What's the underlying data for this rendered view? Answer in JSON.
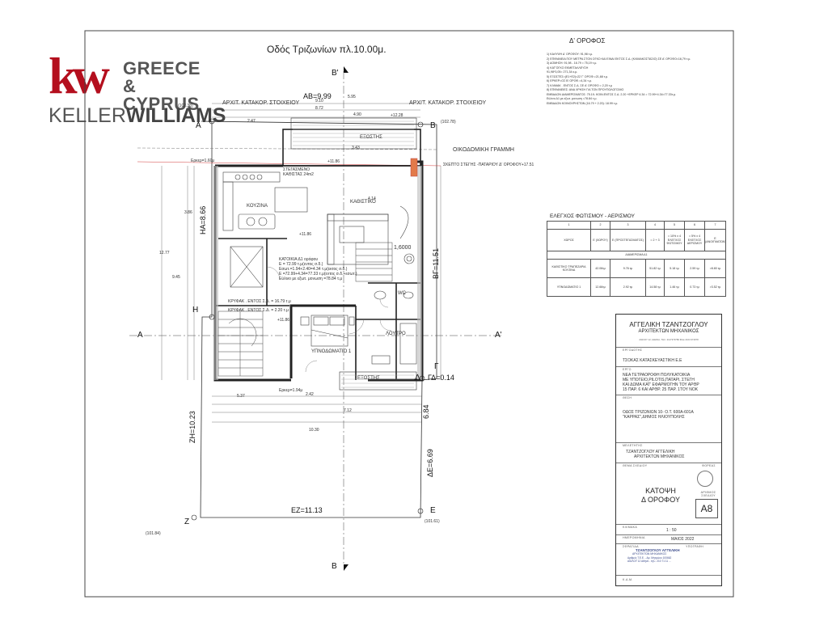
{
  "logo": {
    "kw": "kw",
    "region_line1": "GREECE &",
    "region_line2": "CYPRUS",
    "brand_light": "KELLER",
    "brand_bold": "WILLIAMS",
    "brand_rest": ""
  },
  "street_title": "Οδός Τριζωνίων πλ.10.00μ.",
  "plan": {
    "architecture_left": "ΑΡΧΙΤ. ΚΑΤΑΚΟΡ. ΣΤΟΙΧΕΙΟΥ",
    "architecture_right": "ΑΡΧΙΤ. ΚΑΤΑΚΟΡ. ΣΤΟΙΧΕΙΟΥ",
    "building_line": "ΟΙΚΟΔΟΜΙΚΗ ΓΡΑΜΜΗ",
    "ab": "ΑΒ=9.99",
    "ha": "ΗΑ=8.66",
    "bg": "ΒΓ=11.51",
    "gd": "ΓΔ=0.14",
    "de": "ΔΕ=6.69",
    "de2": "6.84",
    "zh": "ΖΗ=10.23",
    "ez": "ΕΖ=11.13",
    "pt_a": "Α",
    "pt_b": "Β",
    "pt_g": "Γ",
    "pt_d": "Δ",
    "pt_e": "Ε",
    "pt_z": "Ζ",
    "pt_h": "Η",
    "sec_a_left": "Α",
    "sec_a_right": "Α'",
    "sec_b_top": "Β'",
    "sec_b_bottom": "Β",
    "lvl_a": "(102.38)",
    "lvl_b": "(102.78)",
    "lvl_z": "(101.84)",
    "lvl_e": "(101.61)",
    "room_living": "ΚΑΘΙΣΤΙΚΟ",
    "room_kitchen": "ΚΟΥΖΙΝΑ",
    "room_bedroom": "ΥΠΝΟΔΩΜΑΤΙΟ 1",
    "room_bath": "ΛΟΥΤΡΟ",
    "room_wc": "WC",
    "balcony_top": "ΕΞΩΣΤΗΣ",
    "balcony_bottom": "ΕΞΩΣΤΗΣ",
    "elev": "1,6000",
    "elev_lvl1": "+11.86",
    "elev_lvl2": "+11.86",
    "elev_lvl3": "+12.28",
    "elev_lvl4": "+11.86",
    "roof_note": "ΣΤΕΓΑΣΜΕΝΟ ΚΑΘΙΣΤΑΣ 24m2",
    "roof_note_right": "ΣΚΕΠΤΟ ΣΤΕΓΗΣ -ΠΑΤΑΡΙΟΥ Δ' ΟΡΟΦΟΥ+17.51",
    "kat_note": "ΚΑΤΟΙΚΙΑ Δ1 ορόφου",
    "kat_e1": "Ε = 72.99 τ.μ(εντος σ.δ.)",
    "kat_e2": "Εσωτ.=1.94+2.40=4.34 τ.μ(εκτος σ.δ.)",
    "kat_e3": "Ε =72.99+4.34=77.33 τ.μ(εντος σ.δ.+εσωτ.)",
    "kat_e4": "Εύλινο με εξωτ. μονωση =78.84 τ.μ",
    "krym1": "ΚΡΥΦΑΚ . ΕΝΤΟΣ Σ.Δ. = 16.79 τ.μ",
    "krym2": "ΚΡΥΦΑΚ . ΕΝΤΟΣ Σ.Δ. = 2.20 τ.μ",
    "erker_top": "Ερκερ=1.60μ",
    "erker_bot": "Ερκερ=1.94μ",
    "dim_9_10": "9.10",
    "dim_8_72": "8.72",
    "dim_5_95": "5.95",
    "dim_4_90": "4.90",
    "dim_4_14": "4.14",
    "dim_3_43": "3.43",
    "dim_2_47": "2.47",
    "dim_10_30": "10.30",
    "dim_9_45": "9.45",
    "dim_12_77": "12.77",
    "dim_3_86": "3.86",
    "dim_5_37": "5.37",
    "dim_2_42": "2.42",
    "dim_7_12": "7.12"
  },
  "notes": {
    "title": "Δ' ΟΡΟΦΟΣ",
    "lines": [
      "1) ΚΑΛΥΨΗ Δ' ΟΡΟΦΟΥ: 91,98 τ.μ.",
      "2) ΕΠΙΦΑΝΕΙΑ ΠΟΥ ΜΕΤΡΑ ΣΤΟΝ ΟΓΚΟ ΚΑΙ ΕΙΝΑΙ ΕΚΤΟΣ Σ.Δ. (ΚΛΙΜΑΚΟΣΤΑΣΙΟ) ΣΕ Α' ΟΡΟΦΟ=16,79 τ.μ.",
      "3) ΔΟΜΗΣΗ: 91,98 - 16.79 = 75,19 τ.μ.",
      "4) ΚΑΤ'ΟΓΚΟ ΕΚΜΕΤΑΛΛΕΥΣΗ",
      "    91,98*3,05= 271,34 κ.μ.",
      "5) ΕΞΩΣΤΕΣ=(Ε1+Ε2)=22 Γ' ΟΡΟΦ.=21,68 τ.μ.",
      "6) ΕΡΚΕΡ=ΟΣ Β' ΟΡΟΦ.=4,34 τ.μ.",
      "",
      "7) ΚΛΙΜΑΚ . ΕΝΤΟΣ Σ.Δ. ΣΕ Α' ΟΡΟΦΟ = 2,20 τ.μ",
      "8) ΕΠΙΦΑΝΕΙΕΣ: ΑΝΑ ΧΡΗΣΗ ΓΙΑ ΤΟΝ ΠΡΟΥΠΟΛΟΓΙΣΜΟ",
      "    ΕΜΒΑΔΟΝ ΔΙΑΜΕΡΙΣΜΑΤΟΣ: 75.19- ΚΟΙΝ.ΕΝΤΟΣ Σ.Δ. 2.20 +ΕΡΚΕΡ 4.34 = 72.99+4.34=77.33τ.μ.",
      "    Εύλινο Δ1 με εξωτ. μονωση =78.84 τ.μ.",
      "",
      "ΕΜΒΑΔΟΝ ΚΟΙΝΟΧΡΗΣΤΩΝ (16.79 + 2.20): 18.99 τ.μ."
    ]
  },
  "light_table": {
    "title": "ΕΛΕΓΧΟΣ ΦΩΤΙΣΜΟΥ - ΑΕΡΙΣΜΟΥ",
    "col_numbers": [
      "1",
      "2",
      "3",
      "4",
      "5",
      "6",
      "7"
    ],
    "headers": [
      "ΧΩΡΟΣ",
      "Ε (ΧΩΡΟΥ)",
      "Ε (ΠΡΟΣΤΕΓΑΣΜΑΤΟΣ)",
      "= 2 + 3",
      "= 10% x 4 ΕΛΕΓΧΟΣ ΦΩΤΙΣΜΟΥ",
      "= 5% x 4 ΕΛΕΓΧΟΣ ΑΕΡΙΣΜΟΥ",
      "Ε (ΑΝΟΙΓΜΑΤΩΝ)"
    ],
    "group": "ΔΙΑΜΕΡΙΣΜΑ Δ1",
    "rows": [
      [
        "ΚΑΘΙΣΤΙΚΟ ΤΡΑΠΕΖΑΡΙΑ ΚΟΥΖΙΝΑ",
        "42.06τμ",
        "9.76 τμ",
        "51.82 τμ",
        "5.18 τμ",
        "2.59 τμ",
        ">8.80 τμ"
      ],
      [
        "ΥΠΝΟΔΩΜΑΤΙΟ 1",
        "12.66τμ",
        "2.92 τμ",
        "14.58 τμ",
        "1.46 τμ",
        "0.73 τμ",
        ">3.52 τμ"
      ]
    ]
  },
  "title_block": {
    "firm_name": "ΑΓΓΕΛΙΚΗ ΤΖΑΝΤΖΟΓΛΟΥ",
    "firm_title": "ΑΡΧΙΤΕΚΤΩΝ ΜΗΧΑΝΙΚΟΣ",
    "firm_address": "ΑΙΩΛΟΥ 12, ΑΘΗΝΑ, ΤΗΛ. 2117379780 ΦΑΞ 2104 974978",
    "lbl_owner": "ΕΡΓΟΔΟΤΗΣ",
    "owner": "ΤΣΟΚΑΣ ΚΑΤΑΣΚΕΥΑΣΤΙΚΗ Ε.Ε",
    "lbl_project": "ΕΡΓΟ",
    "project_l1": "ΝΕΑ ΤΕΤΡΑΟΡΟΦΗ ΠΟΛΥΚΑΤΟΙΚΙΑ",
    "project_l2": "ΜΕ ΥΠΟΓΕΙΟ,PILOTIS,ΠΑΤΑΡΙ, ΣΤΕΓΗ",
    "project_l3": "ΚΑΙ ΔΩΜΑ ΚΑΤ' ΕΦΑΡΜΟΓΗΝ ΤΟΥ ΑΡΘΡ",
    "project_l4": "15 ΠΑΡ. 6 ΚΑΙ ΑΡΘΡ. 25 ΠΑΡ. 1ΤΟΥ ΝΟΚ",
    "lbl_location": "ΘΕΣΗ",
    "location_l1": "ΟΔΟΣ  ΤΡΙΖΩΝΙΩΝ 10- Ο.Τ. 600Α-601Α",
    "location_l2": "\"ΚΑΡΡΑΣ\",ΔΗΜΟΣ ΗΛΙΟΥΠΟΛΗΣ",
    "lbl_study": "ΜΕΛΕΤΗΤΗΣ",
    "study_l1": "ΤΖΑΝΤΖΟΓΛΟΥ ΑΓΓΕΛΙΚΗ",
    "study_l2": "ΑΡΧΙΤΕΚΤΩΝ ΜΗΧΑΝΙΚΟΣ",
    "lbl_drawing": "ΘΕΜΑ ΣΧΕΔΙΟΥ",
    "lbl_phase": "ΦΟΡΕΑΣ",
    "lbl_number": "ΑΡΙΘΜΟΣ ΣΧΕΔΙΟΥ",
    "drawing_l1": "ΚΑΤΟΨΗ",
    "drawing_l2": "Δ ΟΡΟΦΟΥ",
    "drawing_no": "Α8",
    "lbl_scale": "ΚΛΙΜΑΚΑ",
    "scale": "1 : 50",
    "lbl_date": "ΗΜΕΡΟΜΗΝΙΑ",
    "date": "ΜΑΙΟΣ 2022",
    "lbl_signature": "ΥΠΟΓΡΑΦΗ",
    "lbl_stamp": "ΣΦΡΑΓΙΔΑ",
    "stamp_l1": "ΤΖΑΝΤΖΟΓΛΟΥ ΑΓΓΕΛΙΚΗ",
    "stamp_l2": "ΑΡΧΙΤΕΚΤΩΝ ΜΗΧΑΝΙΚΟΣ",
    "stamp_l3": "Αριθμός Τ.Ε.Ε. - Αρ. Μητρώου 100662",
    "stamp_l4": "ΑΙΩΛΟΥ 12 Αθήνα - τηλ.: 210 71 11 ...",
    "lbl_kam": "Κ.Α.Μ."
  },
  "colors": {
    "brand_red": "#b40f1e",
    "brand_gray": "#555555",
    "line": "#333333",
    "red_line": "#d23c3c"
  }
}
